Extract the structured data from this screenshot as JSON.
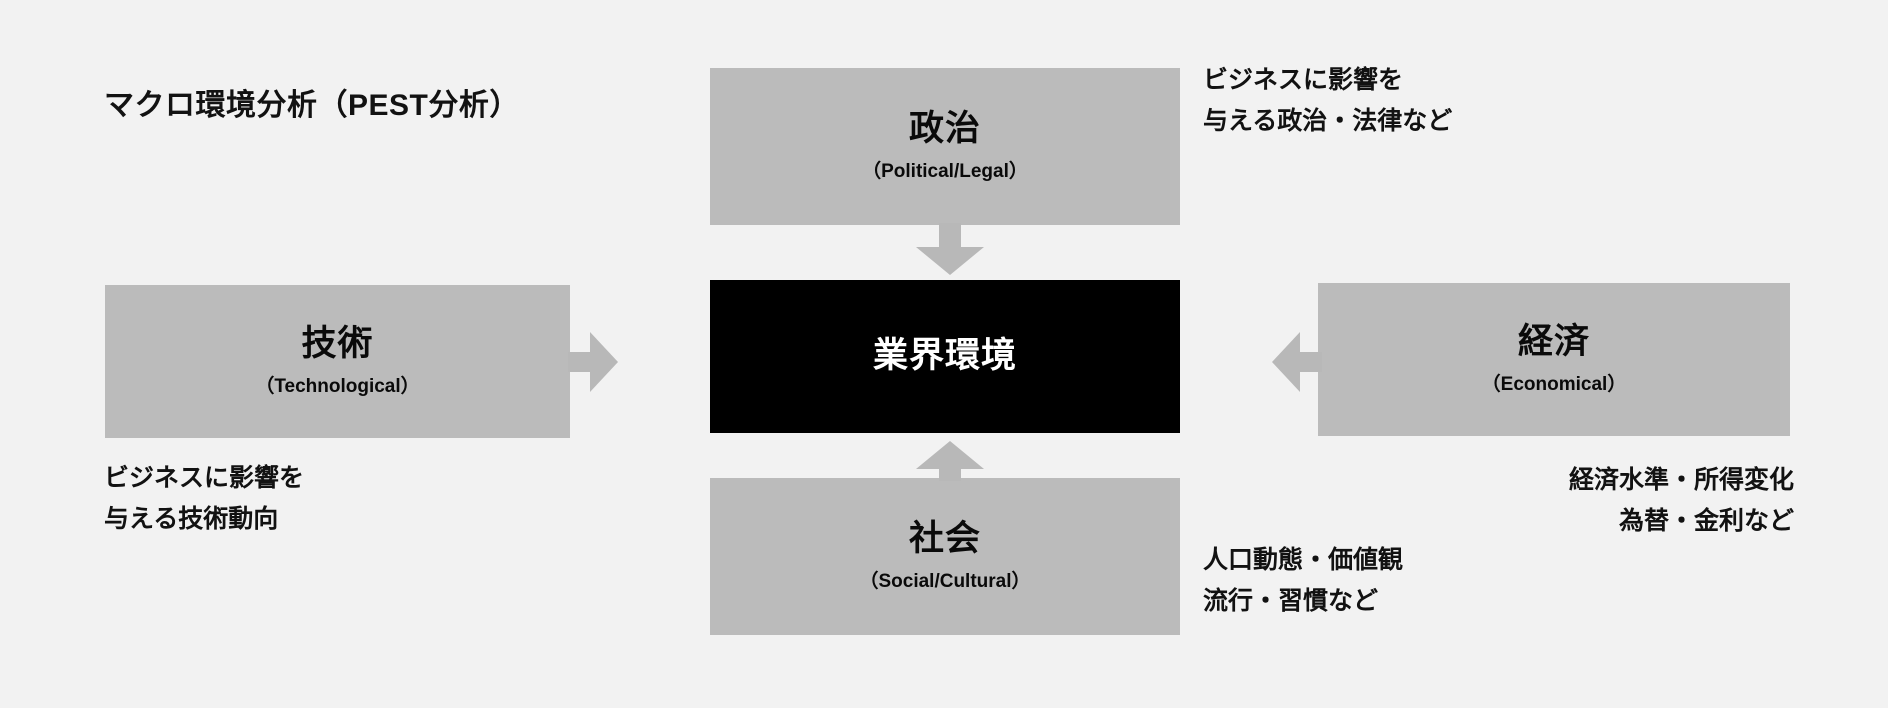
{
  "diagram": {
    "title": "マクロ環境分析（PEST分析）",
    "core": {
      "label": "業界環境"
    },
    "nodes": {
      "political": {
        "label": "政治",
        "sublabel": "（Political/Legal）",
        "caption": "ビジネスに影響を\n与える政治・法律など"
      },
      "economical": {
        "label": "経済",
        "sublabel": "（Economical）",
        "caption": "経済水準・所得変化\n為替・金利など"
      },
      "social": {
        "label": "社会",
        "sublabel": "（Social/Cultural）",
        "caption": "人口動態・価値観\n流行・習慣など"
      },
      "technological": {
        "label": "技術",
        "sublabel": "（Technological）",
        "caption": "ビジネスに影響を\n与える技術動向"
      }
    },
    "arrows": {
      "political_to_core": "arrow-down-icon",
      "social_to_core": "arrow-up-icon",
      "technological_to_core": "arrow-right-icon",
      "economical_to_core": "arrow-left-icon"
    },
    "colors": {
      "background": "#f2f2f2",
      "node_fill": "#bbbbbb",
      "core_fill": "#000000",
      "core_text": "#ffffff",
      "arrow_fill": "#b8b8b8",
      "text": "#121212"
    }
  }
}
